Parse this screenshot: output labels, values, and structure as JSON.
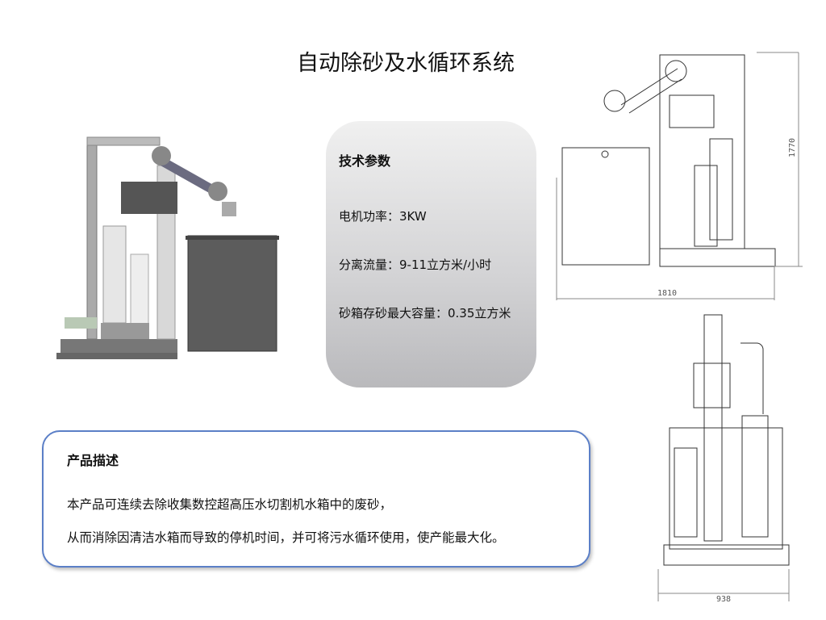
{
  "title": "自动除砂及水循环系统",
  "tech_params": {
    "heading": "技术参数",
    "items": [
      "电机功率：3KW",
      "分离流量：9-11立方米/小时",
      "砂箱存砂最大容量：0.35立方米"
    ]
  },
  "description": {
    "heading": "产品描述",
    "lines": [
      "本产品可连续去除收集数控超高压水切割机水箱中的废砂，",
      "从而消除因清洁水箱而导致的停机时间，并可将污水循环使用，使产能最大化。"
    ]
  },
  "drawings": {
    "side_view": {
      "height_label": "1770",
      "width_label": "1810"
    },
    "front_view": {
      "width_label": "938"
    }
  },
  "colors": {
    "border": "#5b7fc7"
  }
}
